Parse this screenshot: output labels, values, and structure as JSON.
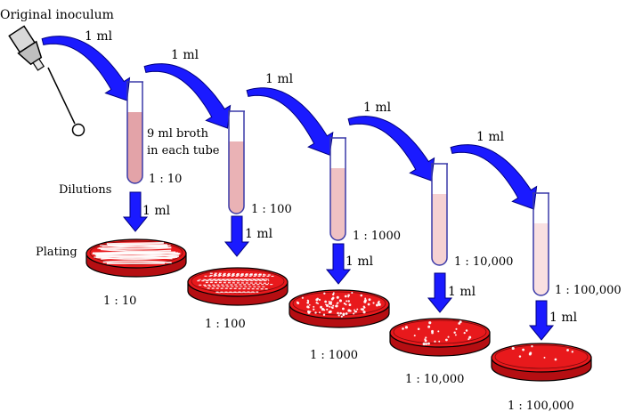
{
  "title": "Original inoculum",
  "transfer_label": "1 ml",
  "broth_note_line1": "9 ml broth",
  "broth_note_line2": "in each tube",
  "dilutions_label": "Dilutions",
  "plating_label": "Plating",
  "tubes": [
    {
      "dilution": "1 : 10",
      "fill": "#e3a3a8"
    },
    {
      "dilution": "1 : 100",
      "fill": "#eab2b5"
    },
    {
      "dilution": "1 : 1000",
      "fill": "#efc1c3"
    },
    {
      "dilution": "1 : 10,000",
      "fill": "#f5d1d2"
    },
    {
      "dilution": "1 : 100,000",
      "fill": "#f9e0e1"
    }
  ],
  "plates": [
    {
      "dilution": "1 : 10",
      "growth": "confluent streaks"
    },
    {
      "dilution": "1 : 100",
      "growth": "dense colonies"
    },
    {
      "dilution": "1 : 1000",
      "growth": "many colonies"
    },
    {
      "dilution": "1 : 10,000",
      "growth": "few colonies"
    },
    {
      "dilution": "1 : 100,000",
      "growth": "very few colonies"
    }
  ],
  "colors": {
    "arrow": "#1a1aff",
    "arrow_outline": "#000080",
    "agar": "#e8191c",
    "agar_dark": "#b50e12",
    "tube_outline": "#3a3aa8"
  },
  "icons": {
    "pipette": "pipette-icon"
  }
}
